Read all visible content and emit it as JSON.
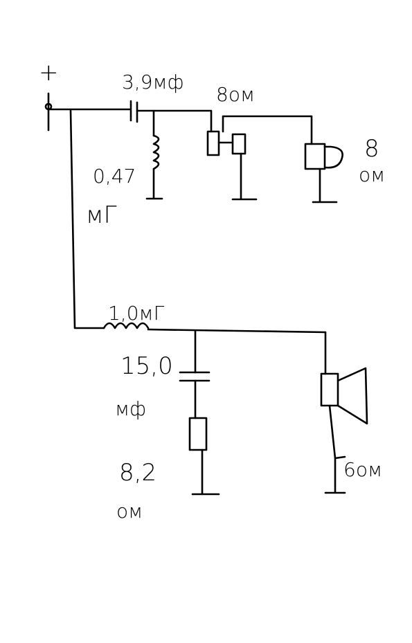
{
  "diagram": {
    "labels": {
      "plus": "+",
      "cap_top": "3,9мф",
      "inductor_top_value": "0,47",
      "inductor_top_unit": "мГ",
      "tweeter_resistor": "8ом",
      "tweeter_value": "8",
      "tweeter_unit": "ом",
      "inductor_bottom": "1,0мГ",
      "cap_bottom_value": "15,0",
      "cap_bottom_unit": "мф",
      "resistor_bottom_value": "8,2",
      "resistor_bottom_unit": "ом",
      "woofer": "6ом"
    }
  }
}
